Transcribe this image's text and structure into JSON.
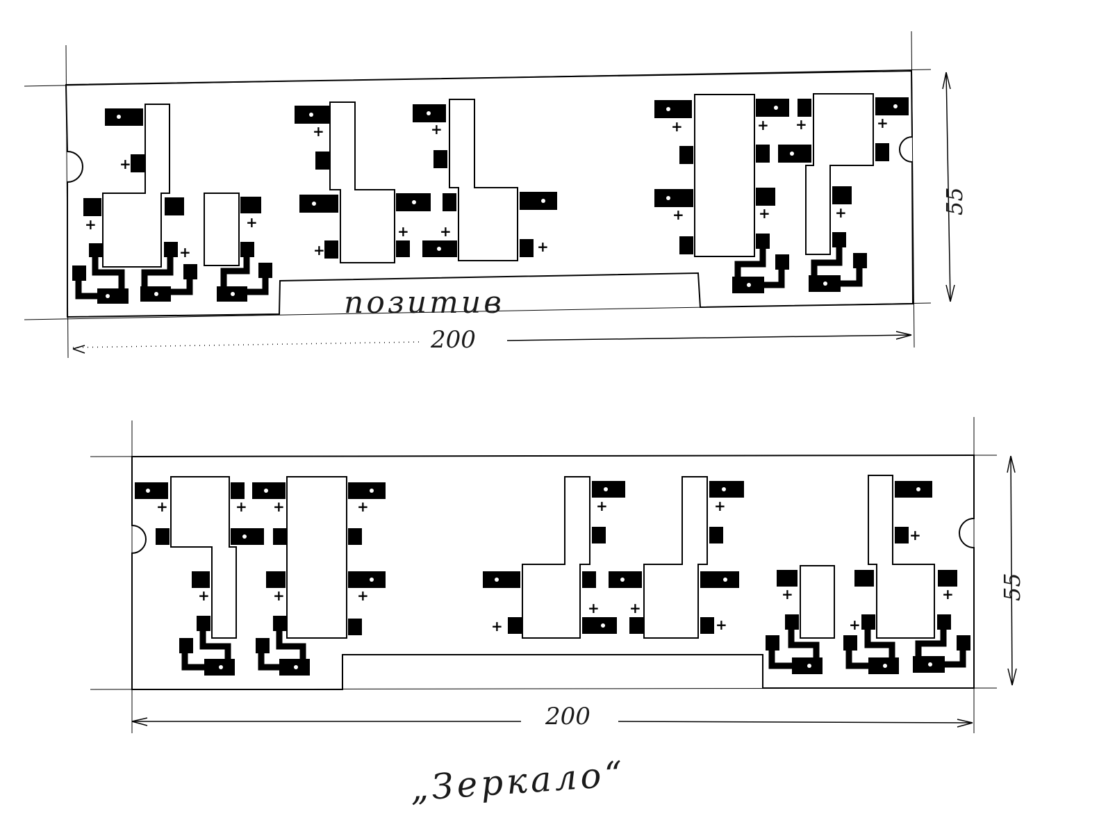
{
  "drawing": {
    "top_label": "позитив",
    "bottom_label": "„Зеркало“",
    "top_width_dim": "200",
    "top_height_dim": "55",
    "bottom_width_dim": "200",
    "bottom_height_dim": "55",
    "plus_sign": "+"
  },
  "colors": {
    "ink": "#000000",
    "paper": "#ffffff",
    "pencil": "#1a1a1a"
  }
}
